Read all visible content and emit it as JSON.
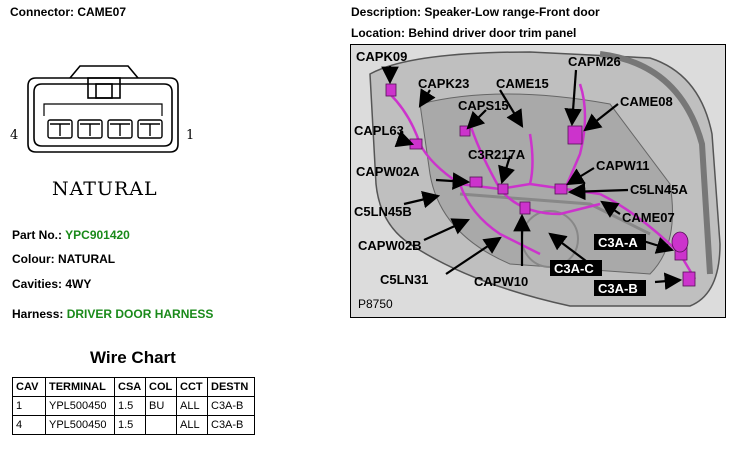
{
  "connector": {
    "label_prefix": "Connector:",
    "name": "CAME07",
    "color_label": "NATURAL",
    "pin_left": "4",
    "pin_right": "1"
  },
  "description": {
    "label": "Description:",
    "value": "Speaker-Low range-Front door"
  },
  "location": {
    "label": "Location:",
    "value": "Behind driver door trim panel"
  },
  "details": {
    "part_no_label": "Part No.:",
    "part_no": "YPC901420",
    "colour_label": "Colour:",
    "colour": "NATURAL",
    "cavities_label": "Cavities:",
    "cavities": "4WY",
    "harness_label": "Harness:",
    "harness": "DRIVER DOOR HARNESS"
  },
  "wire_chart": {
    "title": "Wire Chart",
    "headers": [
      "CAV",
      "TERMINAL",
      "CSA",
      "COL",
      "CCT",
      "DESTN"
    ],
    "rows": [
      [
        "1",
        "YPL500450",
        "1.5",
        "BU",
        "ALL",
        "C3A-B"
      ],
      [
        "4",
        "YPL500450",
        "1.5",
        "",
        "ALL",
        "C3A-B"
      ]
    ]
  },
  "diagram": {
    "ref": "P8750",
    "callouts": [
      "CAPK09",
      "CAPK23",
      "CAME15",
      "CAPM26",
      "CAME08",
      "CAPS15",
      "CAPL63",
      "C3R217A",
      "CAPW11",
      "CAPW02A",
      "C5LN45A",
      "C5LN45B",
      "CAME07",
      "CAPW02B",
      "C3A-A",
      "C3A-C",
      "C5LN31",
      "CAPW10",
      "C3A-B"
    ],
    "highlighted": [
      "C3A-A",
      "C3A-C",
      "C3A-B"
    ],
    "connector_color": "#cc33cc"
  }
}
